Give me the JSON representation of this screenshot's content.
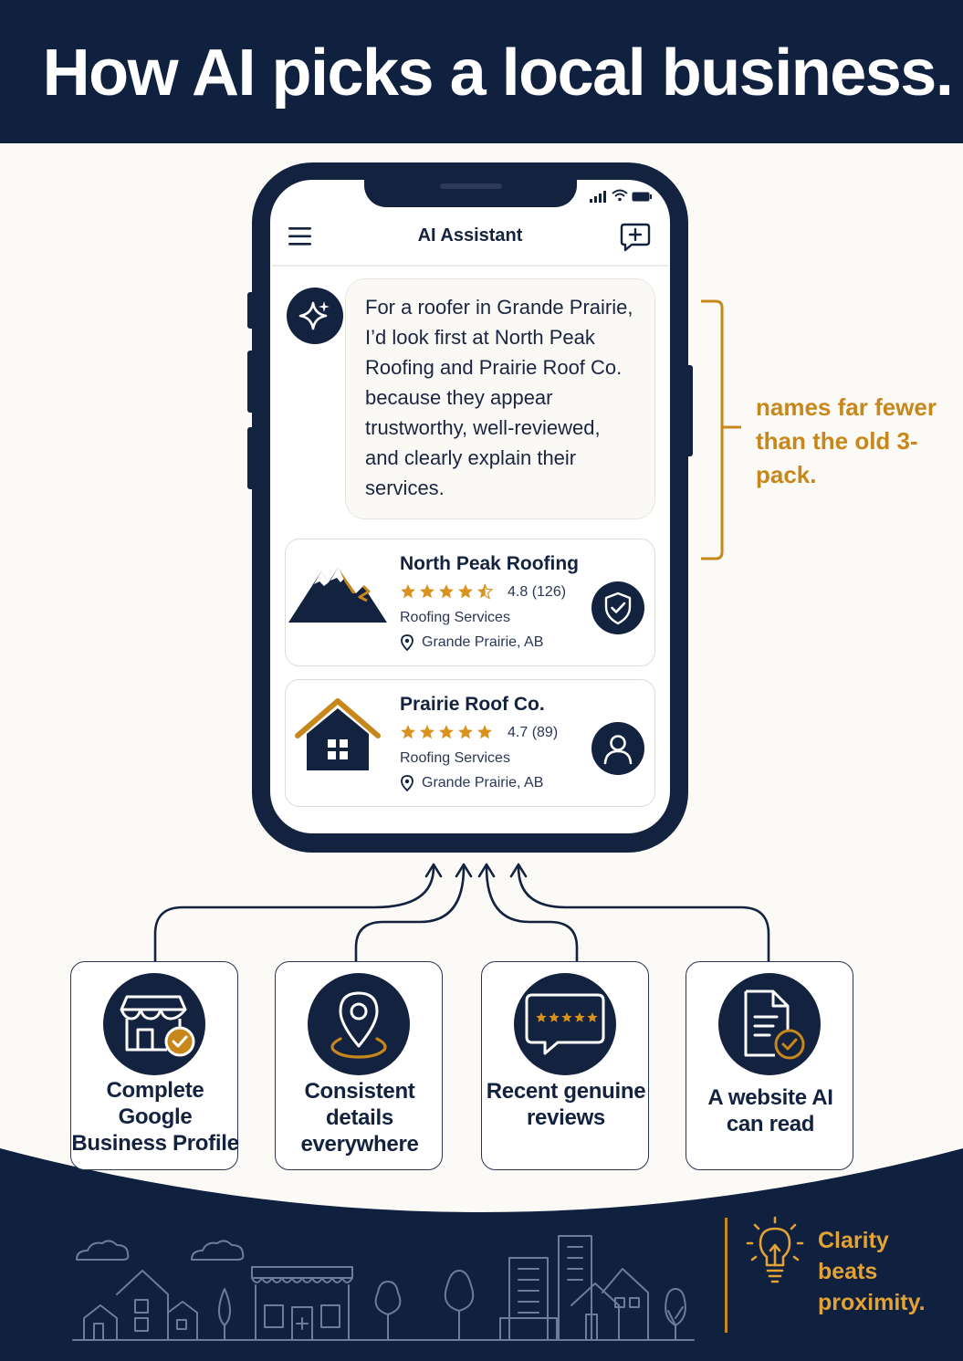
{
  "headline": "How AI picks a local business.",
  "colors": {
    "navy": "#13223F",
    "gold": "#C8871A",
    "background": "#FBFAF6",
    "star": "#D9921E"
  },
  "phone": {
    "app_title": "AI Assistant",
    "menu_icon": "hamburger-menu-icon",
    "new_chat_icon": "new-chat-icon",
    "assistant_avatar_icon": "sparkle-icon",
    "ai_message": "For a roofer in Grande Prairie, I’d look first at North Peak Roofing and Prairie Roof Co. because they appear trustworthy, well-reviewed, and clearly explain their services.",
    "results": [
      {
        "name": "North Peak Roofing",
        "rating_value": 4.8,
        "rating_text": "4.8 (126)",
        "category": "Roofing Services",
        "location": "Grande Prairie, AB",
        "logo_icon": "mountain-logo-icon",
        "badge_icon": "shield-check-icon"
      },
      {
        "name": "Prairie Roof Co.",
        "rating_value": 4.7,
        "rating_text": "4.7 (89)",
        "category": "Roofing Services",
        "location": "Grande Prairie, AB",
        "logo_icon": "house-logo-icon",
        "badge_icon": "person-icon"
      }
    ]
  },
  "side_note": "names far fewer than the old 3-pack.",
  "factors": [
    {
      "label": "Complete Google Business Profile",
      "icon": "storefront-check-icon"
    },
    {
      "label": "Consistent details everywhere",
      "icon": "location-pin-icon"
    },
    {
      "label": "Recent genuine reviews",
      "icon": "review-stars-icon"
    },
    {
      "label": "A website AI can read",
      "icon": "document-check-icon"
    }
  ],
  "tagline": "Clarity beats proximity.",
  "tagline_icon": "lightbulb-icon"
}
